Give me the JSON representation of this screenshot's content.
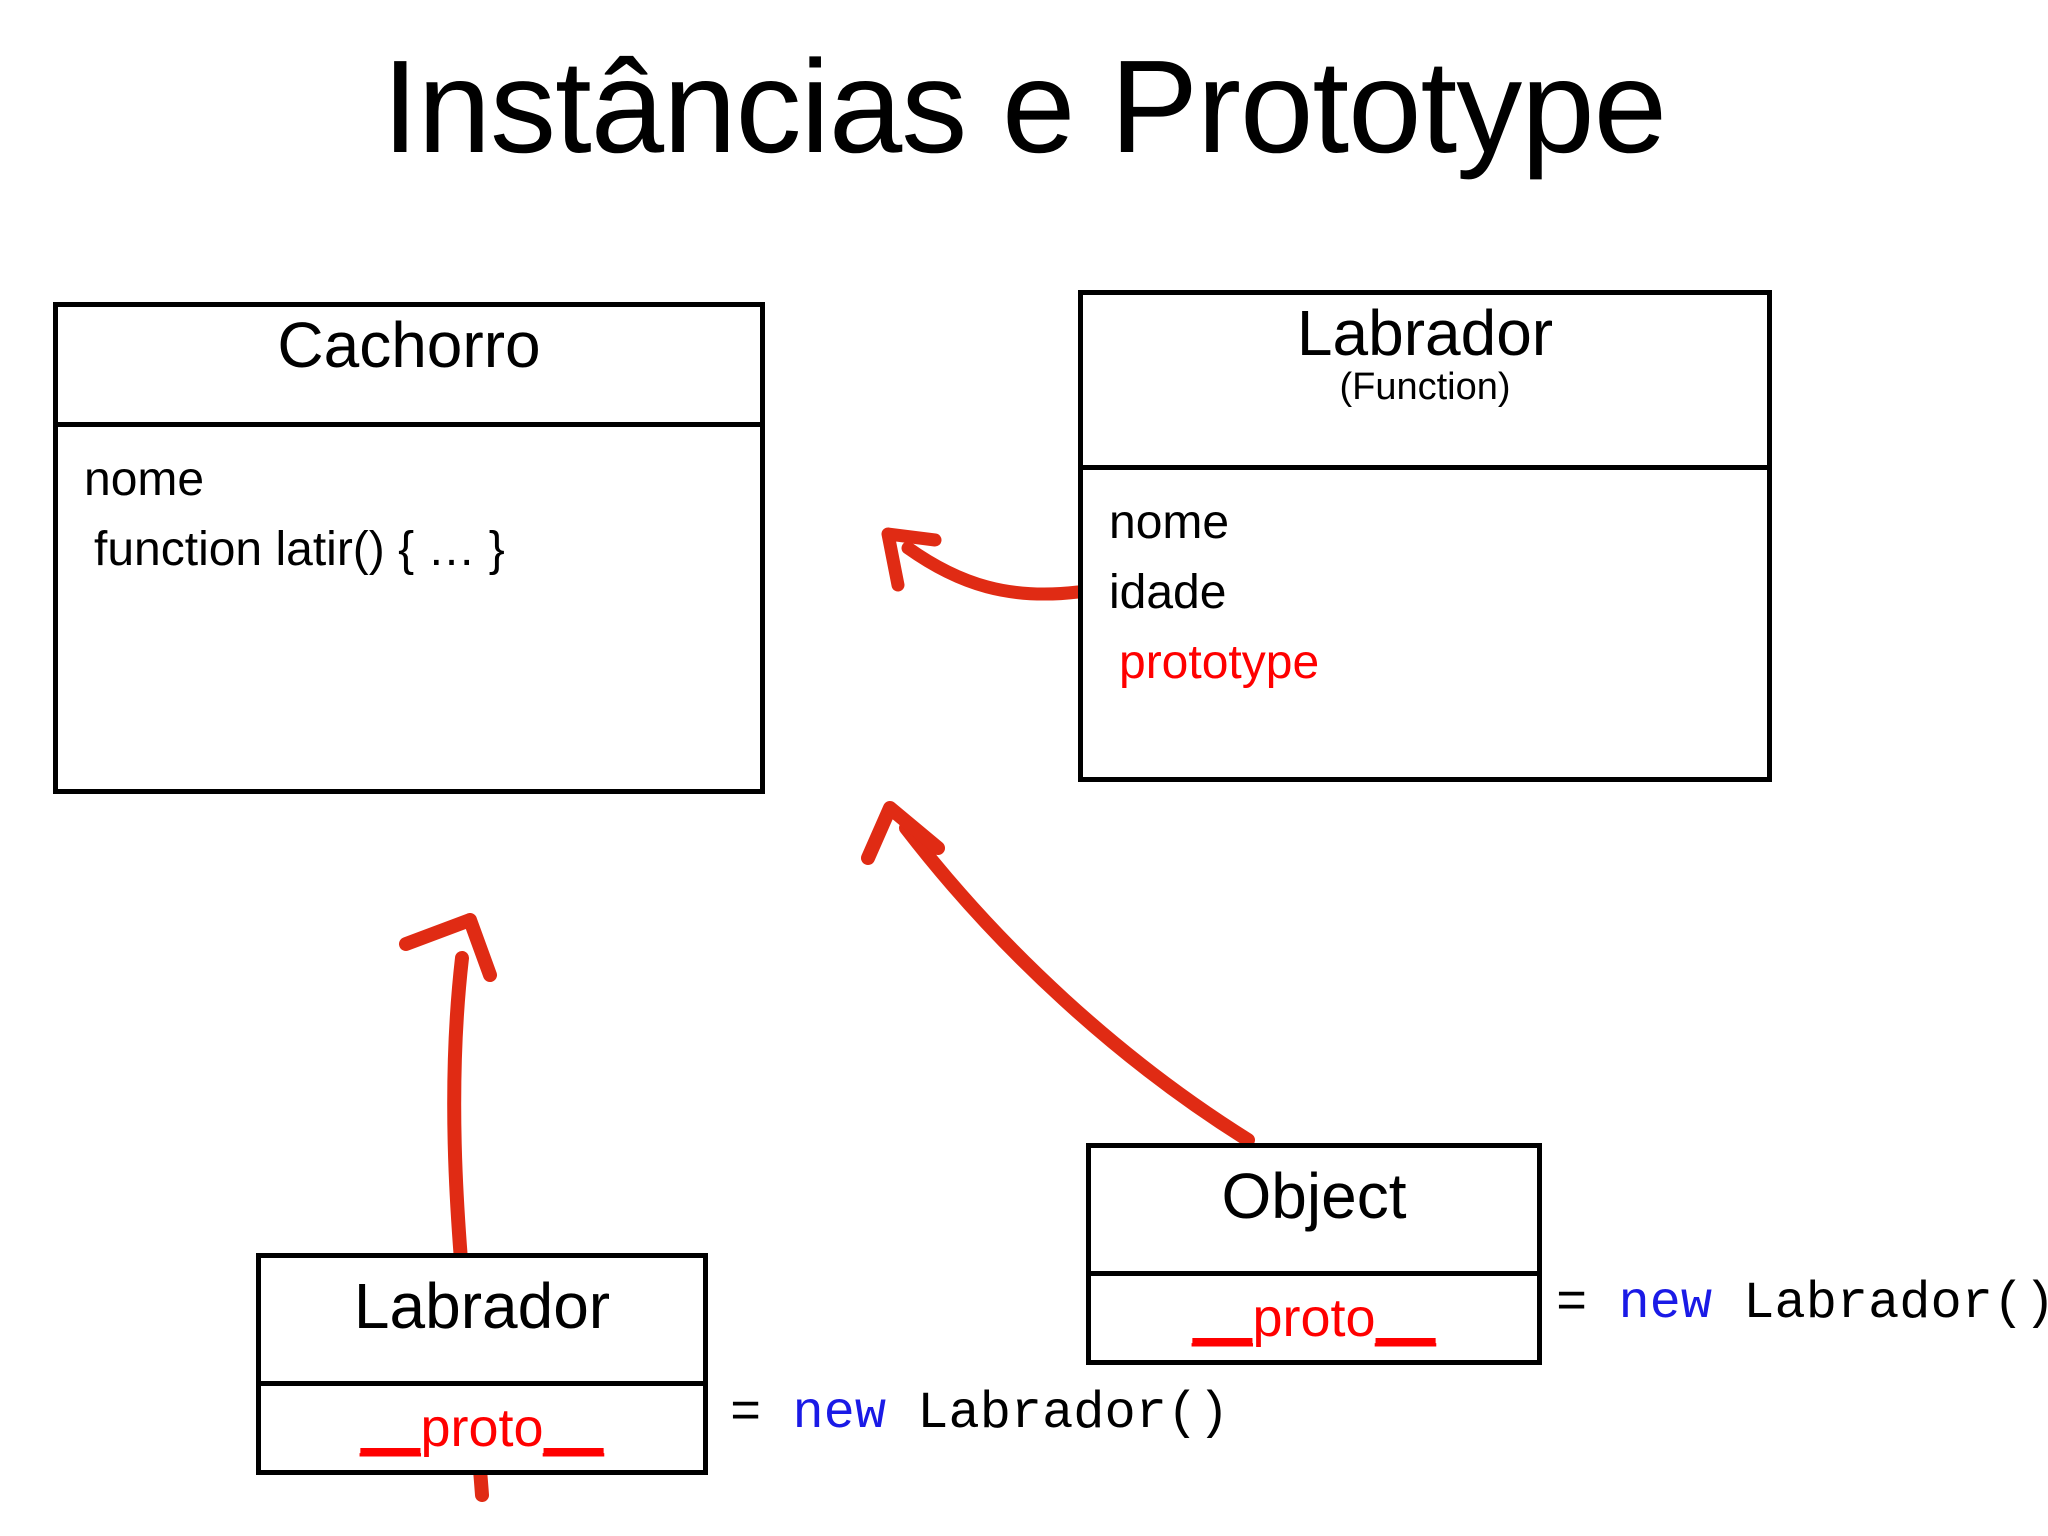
{
  "slide": {
    "title": "Instâncias e Prototype",
    "background_color": "#ffffff",
    "accent_color": "#ff0000",
    "keyword_color": "#1a1ae6"
  },
  "boxes": {
    "cachorro": {
      "title": "Cachorro",
      "attributes": [
        "nome",
        "function latir() { … }"
      ]
    },
    "labrador_function": {
      "title": "Labrador",
      "subtitle": "(Function)",
      "attributes": [
        "nome",
        "idade"
      ],
      "prototype_label": "prototype"
    },
    "object_instance": {
      "title": "Object",
      "proto_prefix": "__",
      "proto_label": "proto",
      "proto_suffix": "__",
      "assignment_equals": "=",
      "assignment_keyword": "new",
      "assignment_call": "Labrador()"
    },
    "labrador_instance": {
      "title": "Labrador",
      "proto_prefix": "__",
      "proto_label": "proto",
      "proto_suffix": "__",
      "assignment_equals": "=",
      "assignment_keyword": "new",
      "assignment_call": "Labrador()"
    }
  },
  "arrows": [
    {
      "name": "labrador-prototype-to-cachorro",
      "from": "labrador_function",
      "to": "cachorro",
      "color": "#e02b14"
    },
    {
      "name": "object-proto-to-labrador-prototype",
      "from": "object_instance",
      "to": "labrador_function",
      "color": "#e02b14"
    },
    {
      "name": "labrador-instance-proto-to-cachorro",
      "from": "labrador_instance",
      "to": "cachorro",
      "color": "#e02b14"
    }
  ]
}
